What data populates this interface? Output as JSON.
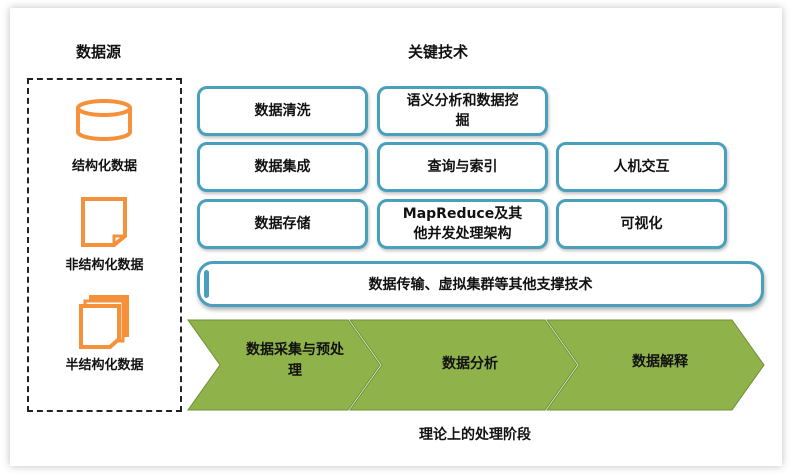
{
  "headers": {
    "source": "数据源",
    "tech": "关键技术"
  },
  "sources": [
    {
      "label": "结构化数据",
      "icon": "database-cylinder-icon"
    },
    {
      "label": "非结构化数据",
      "icon": "document-icon"
    },
    {
      "label": "半结构化数据",
      "icon": "stacked-documents-icon"
    }
  ],
  "tech_boxes": {
    "row1": [
      "数据清洗",
      "语义分析和数据挖掘"
    ],
    "row2": [
      "数据集成",
      "查询与索引",
      "人机交互"
    ],
    "row3": [
      "数据存储",
      "MapReduce及其他并发处理架构",
      "可视化"
    ]
  },
  "support": "数据传输、虚拟集群等其他支撑技术",
  "stages": [
    "数据采集与预处理",
    "数据分析",
    "数据解释"
  ],
  "footer": "理论上的处理阶段",
  "colors": {
    "box_border": "#4a9fbd",
    "icon_orange": "#f5913a",
    "arrow_green": "#8fb34a"
  }
}
